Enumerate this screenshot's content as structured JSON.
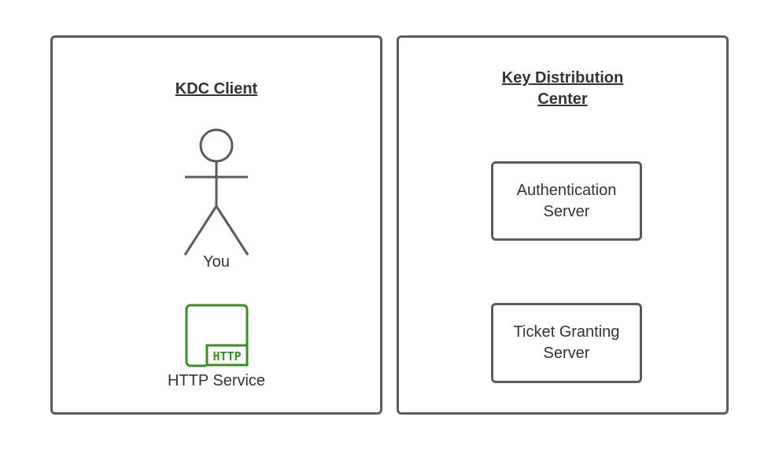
{
  "client_panel": {
    "title": "KDC Client",
    "user_label": "You",
    "service_label": "HTTP Service",
    "service_icon_text": "HTTP",
    "service_icon": "http-service-icon",
    "accent": "#3d8b25"
  },
  "kdc_panel": {
    "title": "Key Distribution Center",
    "servers": [
      {
        "label": "Authentication Server"
      },
      {
        "label": "Ticket Granting Server"
      }
    ]
  }
}
